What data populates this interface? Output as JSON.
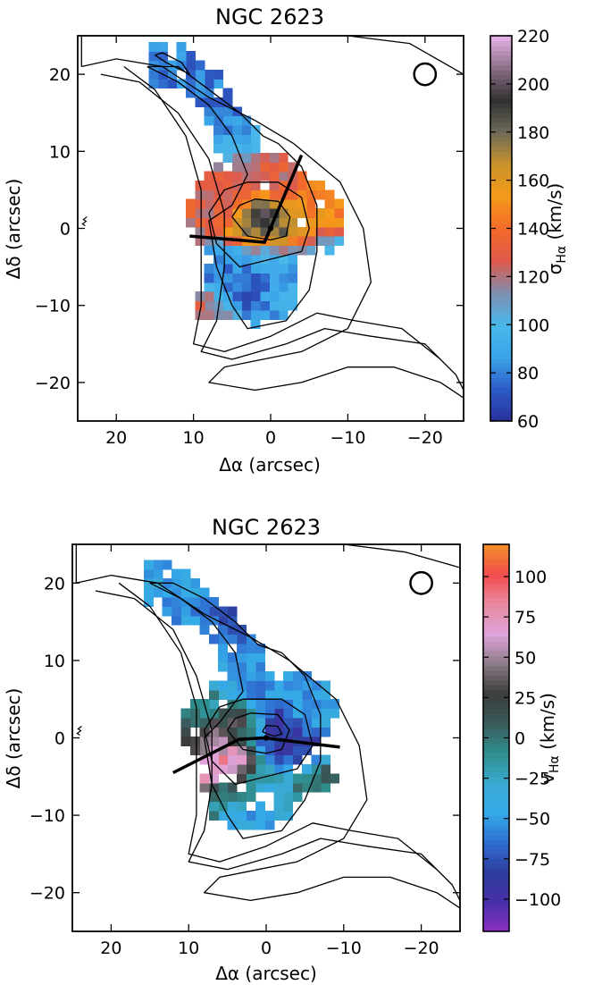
{
  "chart_data": [
    {
      "type": "heatmap",
      "title": "NGC 2623",
      "xlabel": "Δα (arcsec)",
      "ylabel": "Δδ (arcsec)",
      "xlim": [
        25,
        -25
      ],
      "ylim": [
        -25,
        25
      ],
      "xticks": [
        20,
        10,
        0,
        -10,
        -20
      ],
      "yticks": [
        20,
        10,
        0,
        -10,
        -20
      ],
      "colorbar": {
        "label": "σ_Hα (km/s)",
        "label_base": "σ",
        "label_sub": "Hα",
        "label_unit": " (km/s)",
        "range": [
          60,
          220
        ],
        "ticks": [
          60,
          80,
          100,
          120,
          140,
          160,
          180,
          200,
          220
        ],
        "colors": [
          "#2a2f9a",
          "#2d5cc6",
          "#3aa4e8",
          "#49b7ea",
          "#7f8fb0",
          "#e05a4a",
          "#f26a2a",
          "#f59a1a",
          "#c9922a",
          "#6e6a5a",
          "#303030",
          "#8a6f86",
          "#e8b2ea"
        ]
      },
      "beam": {
        "x": -20,
        "y": 20,
        "r": 1.4
      },
      "axis_lines": [
        [
          [
            10.5,
            -1
          ],
          [
            0.8,
            -1.8
          ],
          [
            -4,
            9.5
          ]
        ]
      ],
      "blobs": [
        {
          "x": 14,
          "y": 21,
          "rx": 2.8,
          "ry": 2.5,
          "v": 80
        },
        {
          "x": 10,
          "y": 19,
          "rx": 2.5,
          "ry": 2.0,
          "v": 80
        },
        {
          "x": 6,
          "y": 15,
          "rx": 2.5,
          "ry": 2.4,
          "v": 80
        },
        {
          "x": 4,
          "y": 11,
          "rx": 2.5,
          "ry": 2.5,
          "v": 85
        },
        {
          "x": 5,
          "y": 6,
          "rx": 5.5,
          "ry": 3.5,
          "v": 130
        },
        {
          "x": 0,
          "y": 7,
          "rx": 4.5,
          "ry": 3.5,
          "v": 125
        },
        {
          "x": -4,
          "y": 3,
          "rx": 3.0,
          "ry": 2.8,
          "v": 150
        },
        {
          "x": 1,
          "y": 2,
          "rx": 2.5,
          "ry": 2.0,
          "v": 215
        },
        {
          "x": 3.5,
          "y": -0.5,
          "rx": 2.5,
          "ry": 1.8,
          "v": 175
        },
        {
          "x": 8,
          "y": 1,
          "rx": 2.5,
          "ry": 2.5,
          "v": 128
        },
        {
          "x": -2,
          "y": -1,
          "rx": 2.0,
          "ry": 2.0,
          "v": 188
        },
        {
          "x": 6,
          "y": -4,
          "rx": 3.5,
          "ry": 2.5,
          "v": 85
        },
        {
          "x": -3,
          "y": -4,
          "rx": 3.5,
          "ry": 2.5,
          "v": 90
        },
        {
          "x": 4,
          "y": -8,
          "rx": 3.5,
          "ry": 2.5,
          "v": 70
        },
        {
          "x": -1,
          "y": -9,
          "rx": 3.0,
          "ry": 2.5,
          "v": 90
        },
        {
          "x": 7,
          "y": -10,
          "rx": 2.0,
          "ry": 2.0,
          "v": 130
        }
      ],
      "mask": [
        {
          "x": 13,
          "y": 21,
          "rx": 4.2,
          "ry": 3.2
        },
        {
          "x": 8.5,
          "y": 18.5,
          "rx": 3.0,
          "ry": 2.5
        },
        {
          "x": 6,
          "y": 15,
          "rx": 2.8,
          "ry": 3.0
        },
        {
          "x": 4,
          "y": 11,
          "rx": 3.0,
          "ry": 3.2
        },
        {
          "x": 2,
          "y": 2,
          "rx": 8.5,
          "ry": 8.2
        },
        {
          "x": 2.5,
          "y": -7,
          "rx": 6.5,
          "ry": 5.5
        },
        {
          "x": -5,
          "y": 1,
          "rx": 4.5,
          "ry": 5.0
        },
        {
          "x": 8,
          "y": -10,
          "rx": 2.5,
          "ry": 2.0
        }
      ]
    },
    {
      "type": "heatmap",
      "title": "NGC 2623",
      "xlabel": "Δα (arcsec)",
      "ylabel": "Δδ (arcsec)",
      "xlim": [
        25,
        -25
      ],
      "ylim": [
        -25,
        25
      ],
      "xticks": [
        20,
        10,
        0,
        -10,
        -20
      ],
      "yticks": [
        20,
        10,
        0,
        -10,
        -20
      ],
      "colorbar": {
        "label": "v_Hα (km/s)",
        "label_base": "v",
        "label_sub": "Hα",
        "label_unit": " (km/s)",
        "range": [
          -120,
          120
        ],
        "ticks": [
          -100,
          -75,
          -50,
          -25,
          0,
          25,
          50,
          75,
          100
        ],
        "colors": [
          "#8e2fc4",
          "#4630a8",
          "#2e3c9c",
          "#2f6fd2",
          "#35aae8",
          "#3aaad0",
          "#2f8e8e",
          "#3a5a5a",
          "#3c3c3c",
          "#8a7a86",
          "#e0a4da",
          "#e88aa0",
          "#f24c4c",
          "#f5902a"
        ]
      },
      "beam": {
        "x": -20,
        "y": 20,
        "r": 1.4
      },
      "axis_lines": [
        [
          [
            12,
            -4.5
          ],
          [
            3.5,
            -0.2
          ],
          [
            0.3,
            0
          ],
          [
            -9.5,
            -1.2
          ]
        ]
      ],
      "blobs": [
        {
          "x": 15,
          "y": 20,
          "rx": 3.5,
          "ry": 2.5,
          "v": -45
        },
        {
          "x": 10,
          "y": 17,
          "rx": 3.5,
          "ry": 2.5,
          "v": -50
        },
        {
          "x": 5,
          "y": 14.5,
          "rx": 3.0,
          "ry": 2.5,
          "v": -75
        },
        {
          "x": 3,
          "y": 10,
          "rx": 3.0,
          "ry": 3.5,
          "v": -50
        },
        {
          "x": -3,
          "y": 8,
          "rx": 4.0,
          "ry": 2.5,
          "v": -55
        },
        {
          "x": -6,
          "y": 4,
          "rx": 2.5,
          "ry": 2.5,
          "v": -45
        },
        {
          "x": 8,
          "y": 4,
          "rx": 3.0,
          "ry": 2.0,
          "v": -15
        },
        {
          "x": 6,
          "y": 0,
          "rx": 3.5,
          "ry": 3.0,
          "v": 40
        },
        {
          "x": 3,
          "y": 1.5,
          "rx": 2.0,
          "ry": 1.5,
          "v": 30
        },
        {
          "x": -1,
          "y": 0.5,
          "rx": 3.5,
          "ry": 2.5,
          "v": -90
        },
        {
          "x": -3,
          "y": -2,
          "rx": 2.5,
          "ry": 2.0,
          "v": -80
        },
        {
          "x": 6,
          "y": -3,
          "rx": 3.5,
          "ry": 2.0,
          "v": 105
        },
        {
          "x": 9,
          "y": -1,
          "rx": 2.0,
          "ry": 2.5,
          "v": 25
        },
        {
          "x": -1,
          "y": -5,
          "rx": 3.0,
          "ry": 2.0,
          "v": -30
        },
        {
          "x": 4,
          "y": -6,
          "rx": 2.5,
          "ry": 2.0,
          "v": 10
        },
        {
          "x": -6,
          "y": -6,
          "rx": 2.0,
          "ry": 2.0,
          "v": 5
        },
        {
          "x": 3,
          "y": -9.5,
          "rx": 3.0,
          "ry": 2.0,
          "v": -45
        },
        {
          "x": 7,
          "y": -9,
          "rx": 2.0,
          "ry": 1.5,
          "v": -5
        }
      ],
      "mask": [
        {
          "x": 14,
          "y": 20,
          "rx": 4.5,
          "ry": 2.8
        },
        {
          "x": 10,
          "y": 17.5,
          "rx": 3.5,
          "ry": 2.8
        },
        {
          "x": 5.5,
          "y": 14.5,
          "rx": 3.0,
          "ry": 2.5
        },
        {
          "x": 3,
          "y": 10,
          "rx": 3.0,
          "ry": 4.0
        },
        {
          "x": 2,
          "y": 1.5,
          "rx": 8.8,
          "ry": 7.0
        },
        {
          "x": -5,
          "y": 4,
          "rx": 4.0,
          "ry": 5.0
        },
        {
          "x": 2,
          "y": -6.5,
          "rx": 6.5,
          "ry": 5.5
        },
        {
          "x": -6.5,
          "y": -5,
          "rx": 2.5,
          "ry": 2.5
        }
      ]
    }
  ]
}
